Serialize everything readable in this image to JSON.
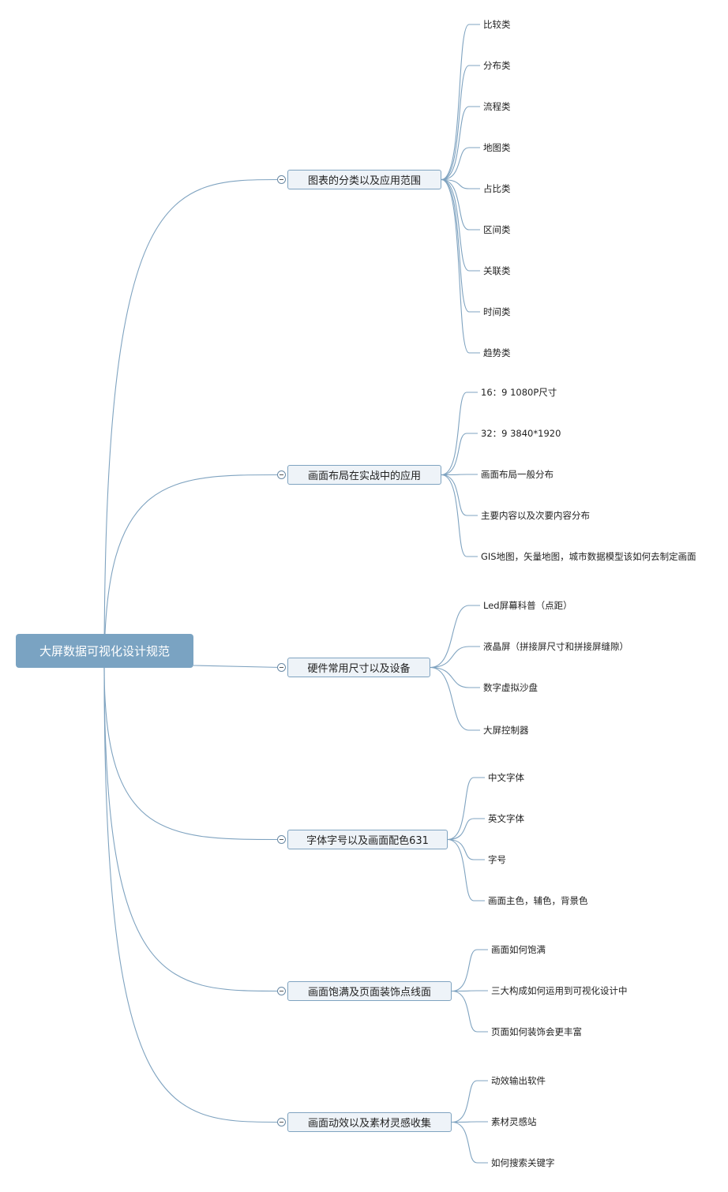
{
  "root": {
    "label": "大屏数据可视化设计规范"
  },
  "branches": [
    {
      "label": "图表的分类以及应用范围",
      "children": [
        "比较类",
        "分布类",
        "流程类",
        "地图类",
        "占比类",
        "区间类",
        "关联类",
        "时间类",
        "趋势类"
      ]
    },
    {
      "label": "画面布局在实战中的应用",
      "children": [
        "16：9 1080P尺寸",
        "32：9 3840*1920",
        "画面布局一般分布",
        "主要内容以及次要内容分布",
        "GIS地图，矢量地图，城市数据模型该如何去制定画面"
      ]
    },
    {
      "label": "硬件常用尺寸以及设备",
      "children": [
        "Led屏幕科普（点距）",
        "液晶屏（拼接屏尺寸和拼接屏缝隙）",
        "数字虚拟沙盘",
        "大屏控制器"
      ]
    },
    {
      "label": "字体字号以及画面配色631",
      "children": [
        "中文字体",
        "英文字体",
        "字号",
        "画面主色，辅色，背景色"
      ]
    },
    {
      "label": "画面饱满及页面装饰点线面",
      "children": [
        "画面如何饱满",
        "三大构成如何运用到可视化设计中",
        "页面如何装饰会更丰富"
      ]
    },
    {
      "label": "画面动效以及素材灵感收集",
      "children": [
        "动效输出软件",
        "素材灵感站",
        "如何搜索关键字"
      ]
    }
  ],
  "colors": {
    "root_fill": "#7aa3c2",
    "branch_fill": "#eef3f8",
    "connector": "#7fa3c0"
  }
}
